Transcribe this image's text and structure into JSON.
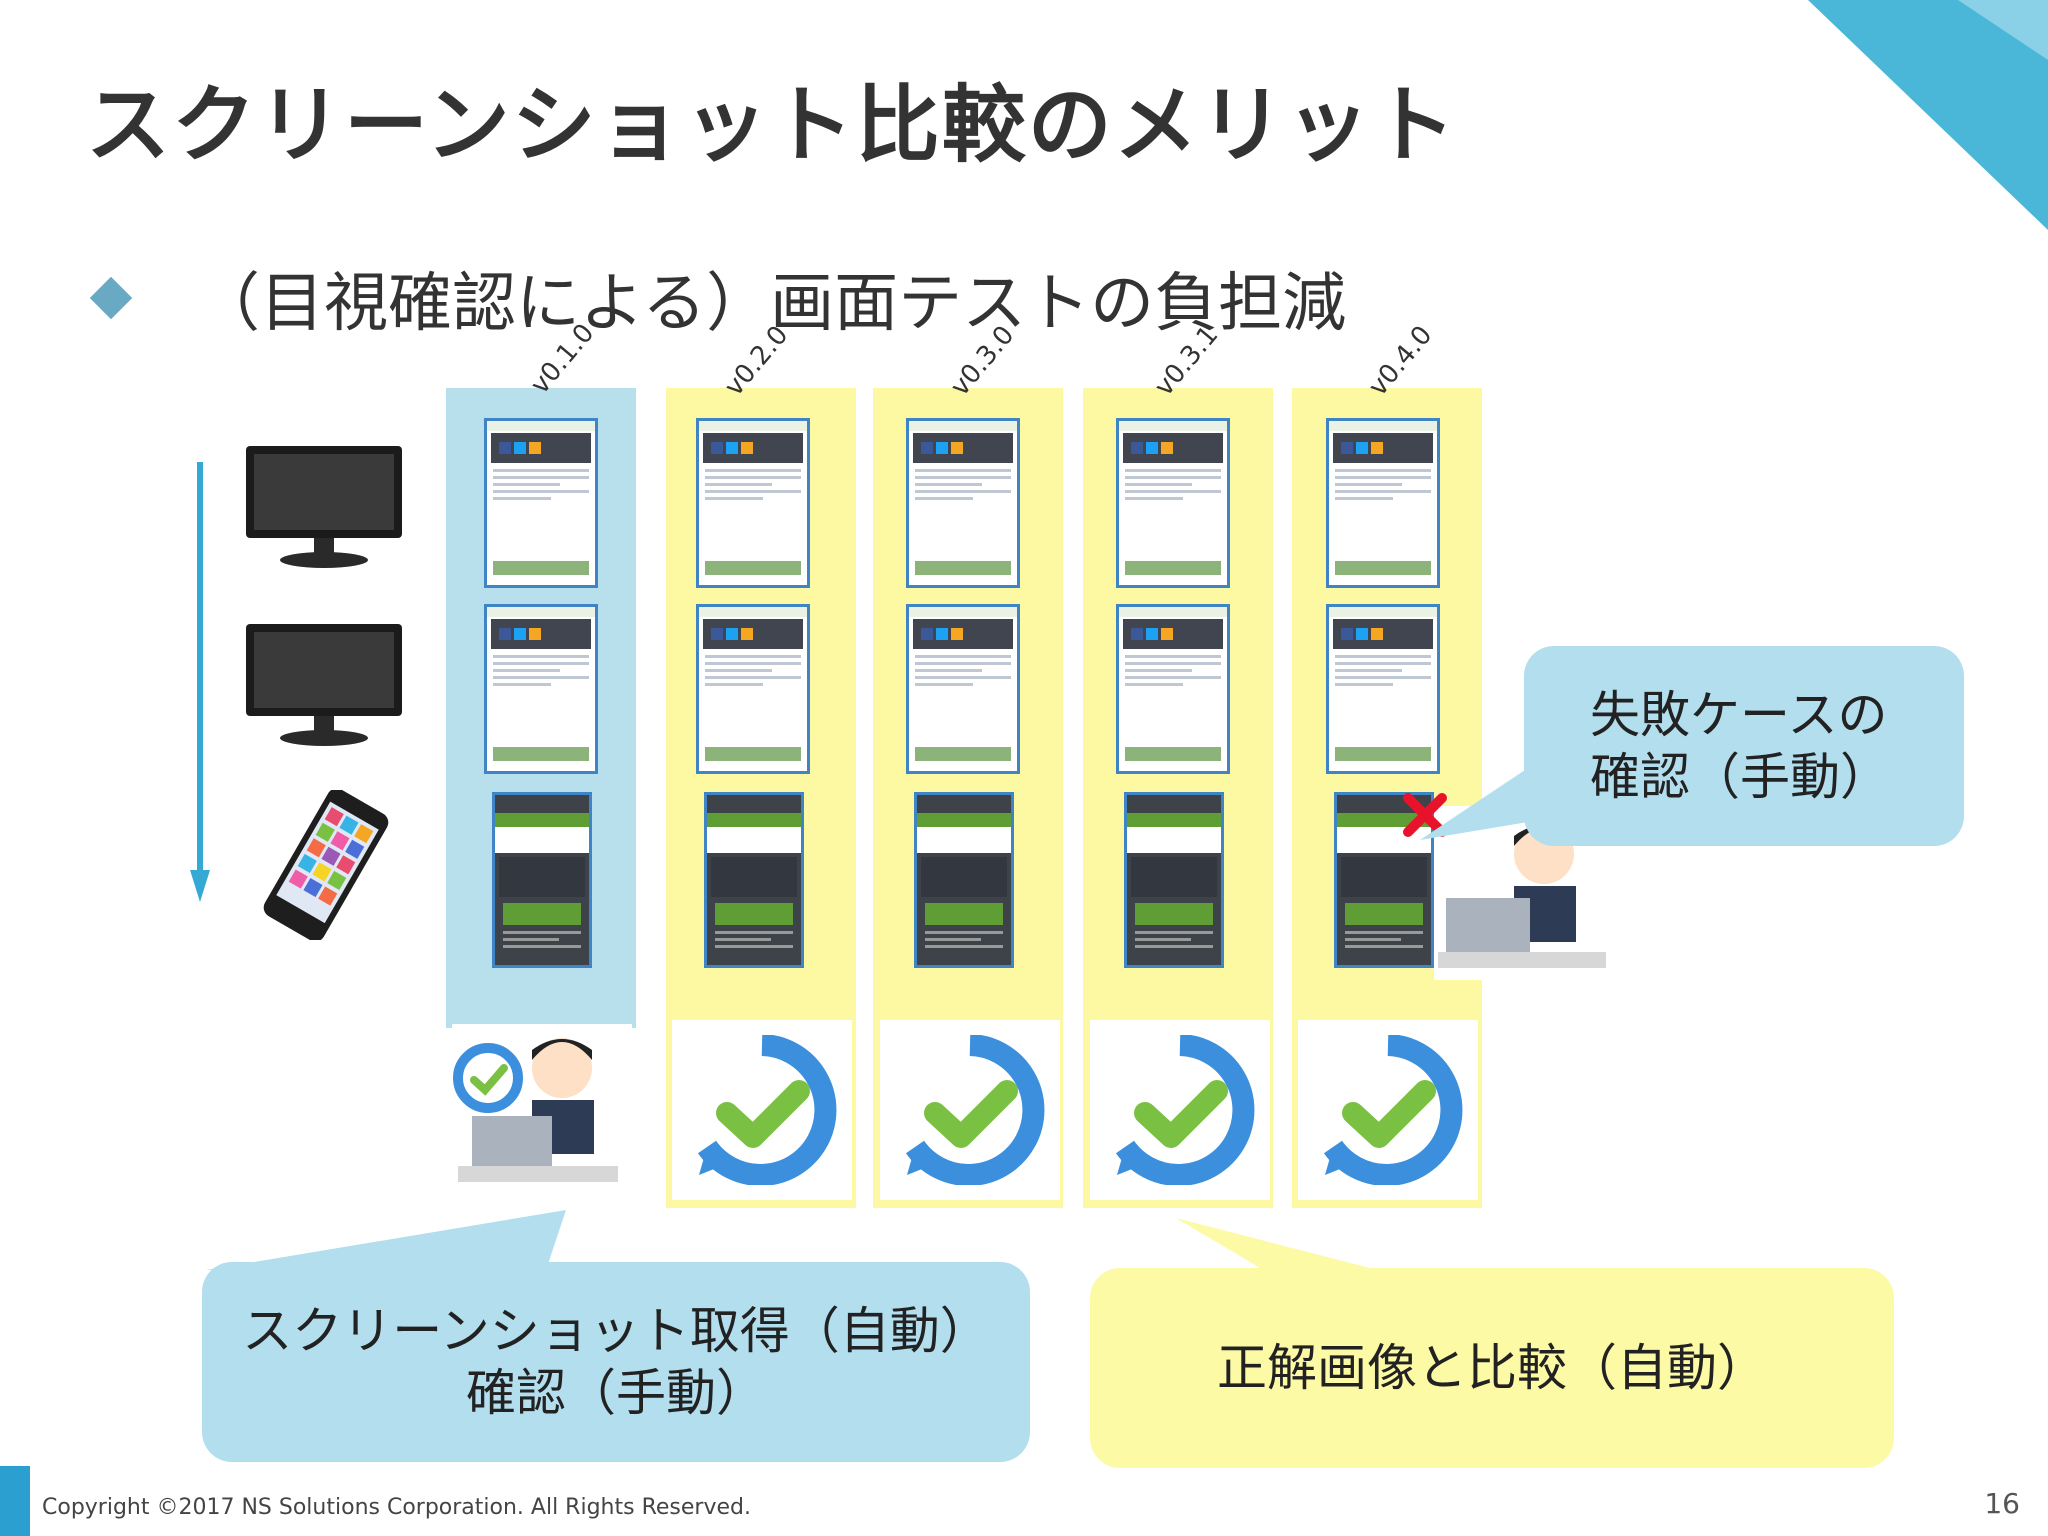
{
  "slide": {
    "title": "スクリーンショット比較のメリット",
    "bullet": "（目視確認による）画面テストの負担減",
    "versions": [
      "v0.1.0",
      "v0.2.0",
      "v0.3.0",
      "v0.3.1",
      "v0.4.0"
    ],
    "bubble_fail": "失敗ケースの\n確認（手動）",
    "bubble_screenshot_line1": "スクリーンショット取得（自動）",
    "bubble_screenshot_line2": "確認（手動）",
    "bubble_compare": "正解画像と比較（自動）",
    "copyright": "Copyright ©2017 NS Solutions Corporation. All Rights Reserved.",
    "page_number": "16"
  },
  "colors": {
    "accent_blue": "#2a9fd0",
    "column_blue": "#b7e0ec",
    "column_yellow": "#fdf9a2",
    "check_green": "#7ac143",
    "ring_blue": "#3b8fdc"
  },
  "icons": [
    "monitor-icon",
    "smartphone-icon",
    "check-icon",
    "person-laptop-icon",
    "fail-x-icon"
  ]
}
